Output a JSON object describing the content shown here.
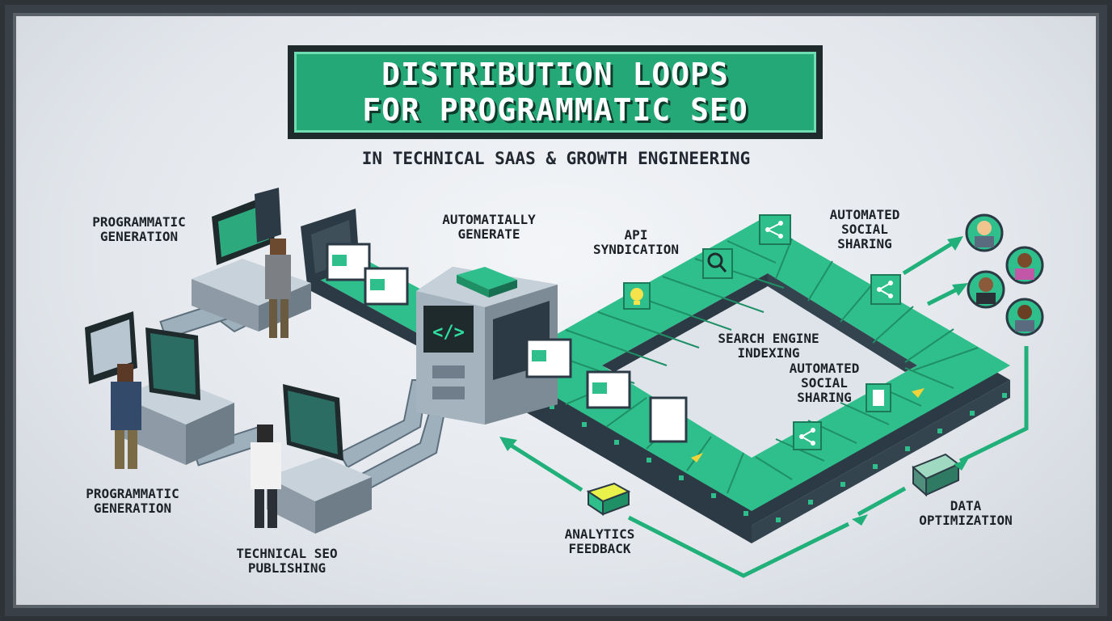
{
  "title": {
    "line1": "DISTRIBUTION LOOPS",
    "line2": "FOR PROGRAMMATIC SEO"
  },
  "subtitle": "IN TECHNICAL SAAS & GROWTH ENGINEERING",
  "labels": {
    "programmatic_generation_top": "PROGRAMMATIC\nGENERATION",
    "programmatic_generation_bottom": "PROGRAMMATIC\nGENERATION",
    "technical_seo_publishing": "TECHNICAL SEO\nPUBLISHING",
    "automatially_generate": "AUTOMATIALLY\nGENERATE",
    "api_syndication": "API\nSYNDICATION",
    "automated_social_sharing_top": "AUTOMATED\nSOCIAL\nSHARING",
    "search_engine_indexing": "SEARCH ENGINE\nINDEXING",
    "automated_social_sharing_inner": "AUTOMATED\nSOCIAL\nSHARING",
    "data_optimization": "DATA\nOPTIMIZATION",
    "analytics_feedback": "ANALYTICS\nFEEDBACK"
  },
  "colors": {
    "accent": "#25a877",
    "belt": "#2fbf8c",
    "dark": "#2b3a44",
    "arrow": "#22b07a"
  },
  "icons": [
    "code-icon",
    "search-icon",
    "lightbulb-icon",
    "share-icon",
    "document-icon",
    "analytics-icon",
    "data-icon",
    "avatar-icon"
  ]
}
